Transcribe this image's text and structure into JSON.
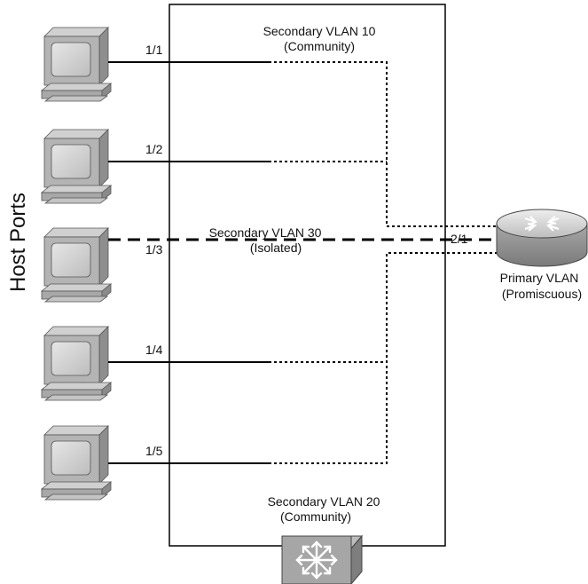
{
  "diagram": {
    "host_ports_label": "Host Ports",
    "ports": [
      {
        "label": "1/1"
      },
      {
        "label": "1/2"
      },
      {
        "label": "1/3"
      },
      {
        "label": "1/4"
      },
      {
        "label": "1/5"
      }
    ],
    "secondary_vlan_10": {
      "line1": "Secondary VLAN 10",
      "line2": "(Community)"
    },
    "secondary_vlan_30": {
      "line1": "Secondary VLAN 30",
      "line2": "(Isolated)"
    },
    "secondary_vlan_20": {
      "line1": "Secondary VLAN 20",
      "line2": "(Community)"
    },
    "router_port_label": "2/1",
    "primary_vlan": {
      "line1": "Primary VLAN",
      "line2": "(Promiscuous)"
    }
  }
}
